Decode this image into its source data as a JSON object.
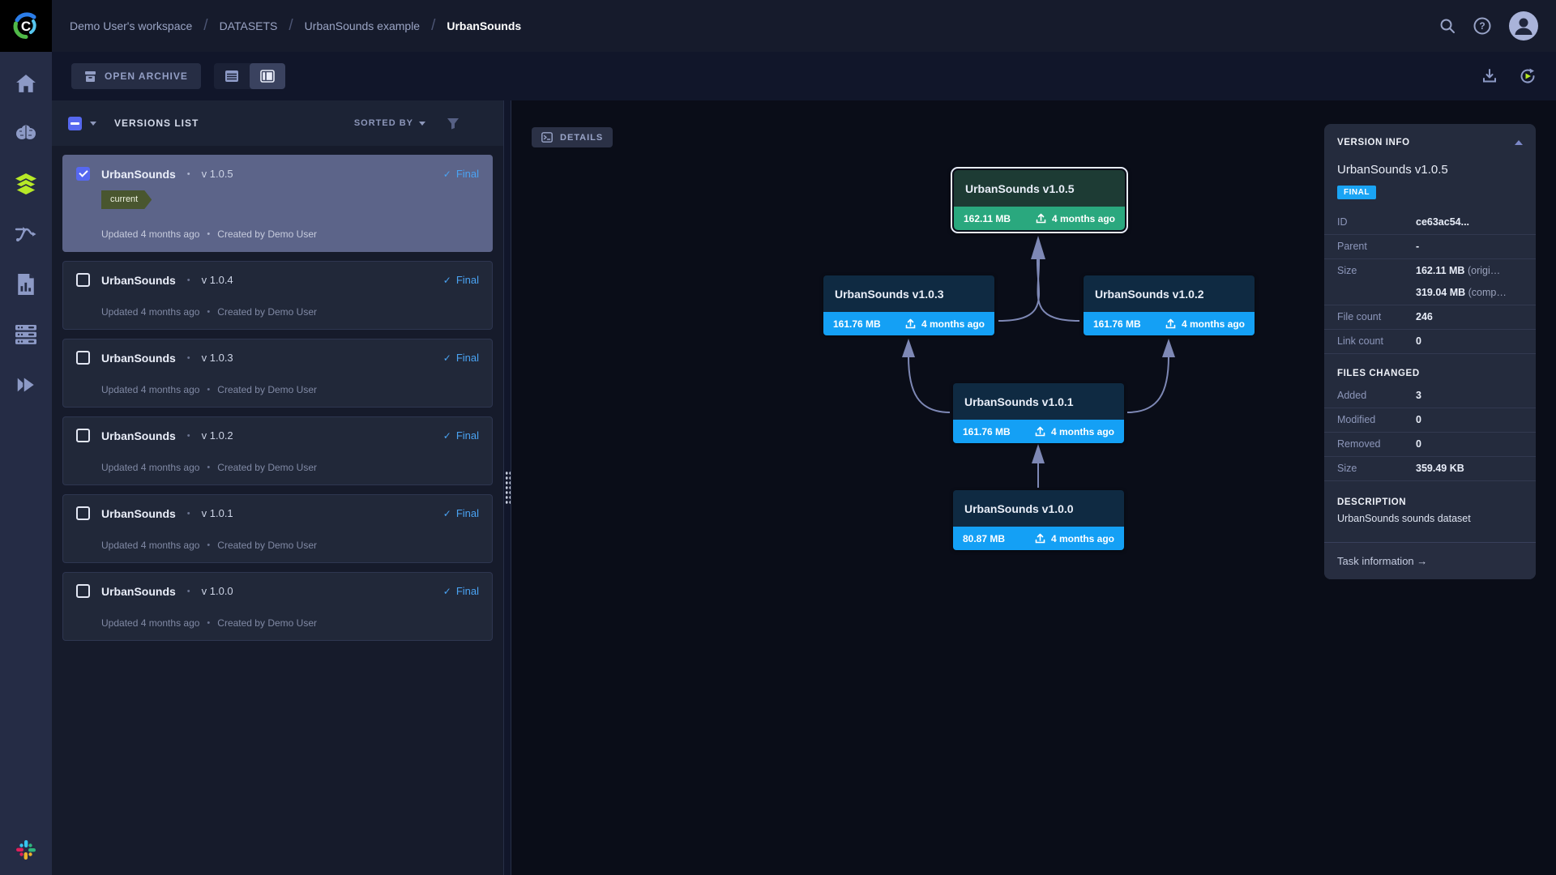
{
  "colors": {
    "accent_blue": "#14a0f5",
    "accent_green": "#2aa87e",
    "datasets_lime": "#b7e927",
    "badge_blue": "#1aa4f4",
    "selected_row": "#5c6489",
    "final_text": "#4aa3f3",
    "tag_olive": "#49562f",
    "edge_color": "#7e88b5"
  },
  "breadcrumb": {
    "items": [
      "Demo User's workspace",
      "DATASETS",
      "UrbanSounds example"
    ],
    "current": "UrbanSounds"
  },
  "toolbar": {
    "open_archive_label": "OPEN ARCHIVE"
  },
  "versions": {
    "title": "VERSIONS LIST",
    "sorted_by_label": "SORTED BY",
    "items": [
      {
        "name": "UrbanSounds",
        "version": "v 1.0.5",
        "status": "Final",
        "tag": "current",
        "updated": "Updated 4 months ago",
        "created": "Created by Demo User"
      },
      {
        "name": "UrbanSounds",
        "version": "v 1.0.4",
        "status": "Final",
        "updated": "Updated 4 months ago",
        "created": "Created by Demo User"
      },
      {
        "name": "UrbanSounds",
        "version": "v 1.0.3",
        "status": "Final",
        "updated": "Updated 4 months ago",
        "created": "Created by Demo User"
      },
      {
        "name": "UrbanSounds",
        "version": "v 1.0.2",
        "status": "Final",
        "updated": "Updated 4 months ago",
        "created": "Created by Demo User"
      },
      {
        "name": "UrbanSounds",
        "version": "v 1.0.1",
        "status": "Final",
        "updated": "Updated 4 months ago",
        "created": "Created by Demo User"
      },
      {
        "name": "UrbanSounds",
        "version": "v 1.0.0",
        "status": "Final",
        "updated": "Updated 4 months ago",
        "created": "Created by Demo User"
      }
    ]
  },
  "graph": {
    "details_label": "DETAILS",
    "nodes": [
      {
        "title": "UrbanSounds v1.0.5",
        "size": "162.11 MB",
        "age": "4 months ago",
        "state": "selected"
      },
      {
        "title": "UrbanSounds v1.0.3",
        "size": "161.76 MB",
        "age": "4 months ago",
        "state": "normal"
      },
      {
        "title": "UrbanSounds v1.0.2",
        "size": "161.76 MB",
        "age": "4 months ago",
        "state": "normal"
      },
      {
        "title": "UrbanSounds v1.0.1",
        "size": "161.76 MB",
        "age": "4 months ago",
        "state": "normal"
      },
      {
        "title": "UrbanSounds v1.0.0",
        "size": "80.87 MB",
        "age": "4 months ago",
        "state": "normal"
      }
    ]
  },
  "info": {
    "header": "VERSION INFO",
    "title": "UrbanSounds v1.0.5",
    "badge": "FINAL",
    "id_label": "ID",
    "id_value": "ce63ac54...",
    "parent_label": "Parent",
    "parent_value": "-",
    "size_label": "Size",
    "size_value1": "162.11 MB",
    "size_note1": "(origi…",
    "size_value2": "319.04 MB",
    "size_note2": "(comp…",
    "file_count_label": "File count",
    "file_count_value": "246",
    "link_count_label": "Link count",
    "link_count_value": "0",
    "files_changed_header": "FILES CHANGED",
    "added_label": "Added",
    "added_value": "3",
    "modified_label": "Modified",
    "modified_value": "0",
    "removed_label": "Removed",
    "removed_value": "0",
    "changed_size_label": "Size",
    "changed_size_value": "359.49 KB",
    "description_header": "DESCRIPTION",
    "description": "UrbanSounds sounds dataset",
    "task_link": "Task information →"
  },
  "icons": {
    "search": "search-icon",
    "help": "help-icon",
    "avatar": "user-avatar",
    "archive": "archive-icon",
    "list_view": "list-view-icon",
    "split_view": "split-view-icon",
    "download": "download-icon",
    "auto_refresh": "auto-refresh-icon",
    "filter": "filter-funnel-icon",
    "terminal": "terminal-icon",
    "upload": "upload-icon",
    "slack": "slack-icon"
  }
}
